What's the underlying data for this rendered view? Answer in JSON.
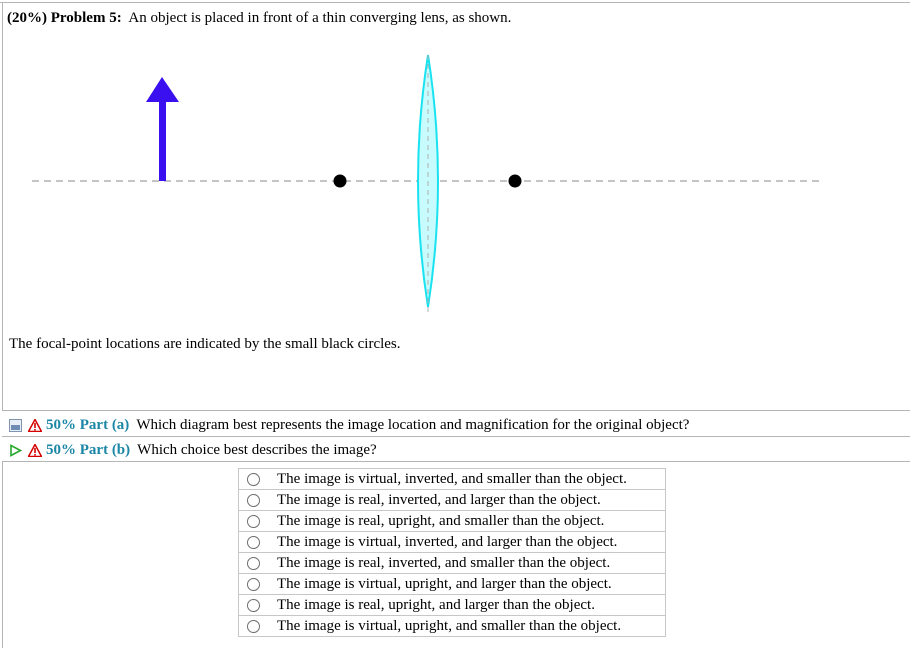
{
  "problem": {
    "weight": "(20%)",
    "title": "Problem 5:",
    "statement": "An object is placed in front of a thin converging lens, as shown.",
    "focal_note": "The focal-point locations are indicated by the small black circles."
  },
  "diagram": {
    "object_color": "#3a10f0",
    "lens_fill": "#c8fbfd",
    "lens_stroke": "#19e3f0",
    "focal_point_color": "#000000",
    "axis_color": "#b0b0b0"
  },
  "parts": [
    {
      "icon": "expand-icon",
      "warning_icon": "warning-icon",
      "label": "50% Part (a)",
      "question": "Which diagram best represents the image location and magnification for the original object?"
    },
    {
      "icon": "play-arrow-icon",
      "warning_icon": "warning-icon",
      "label": "50% Part (b)",
      "question": "Which choice best describes the image?"
    }
  ],
  "choices": [
    "The image is virtual, inverted, and smaller than the object.",
    "The image is real, inverted, and larger than the object.",
    "The image is real, upright, and smaller than the object.",
    "The image is virtual, inverted, and larger than the object.",
    "The image is real, inverted, and smaller than the object.",
    "The image is virtual, upright, and larger than the object.",
    "The image is real, upright, and larger than the object.",
    "The image is virtual, upright, and smaller than the object."
  ]
}
